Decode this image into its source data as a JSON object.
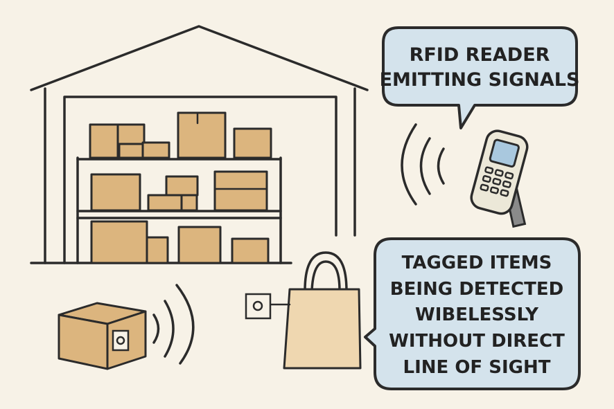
{
  "reader_bubble": {
    "lines": [
      "RFID READER",
      "EMITTING SIGNALS"
    ]
  },
  "tags_bubble": {
    "lines": [
      "TAGGED ITEMS",
      "BEING DETECTED",
      "WIBELESSLY",
      "WITHOUT DIRECT",
      "LINE OF SIGHT"
    ]
  },
  "colors": {
    "background": "#f7f2e7",
    "box": "#dcb57e",
    "bubble": "#d4e3ec",
    "stroke": "#2b2b2b",
    "reader": "#ece8d8"
  }
}
